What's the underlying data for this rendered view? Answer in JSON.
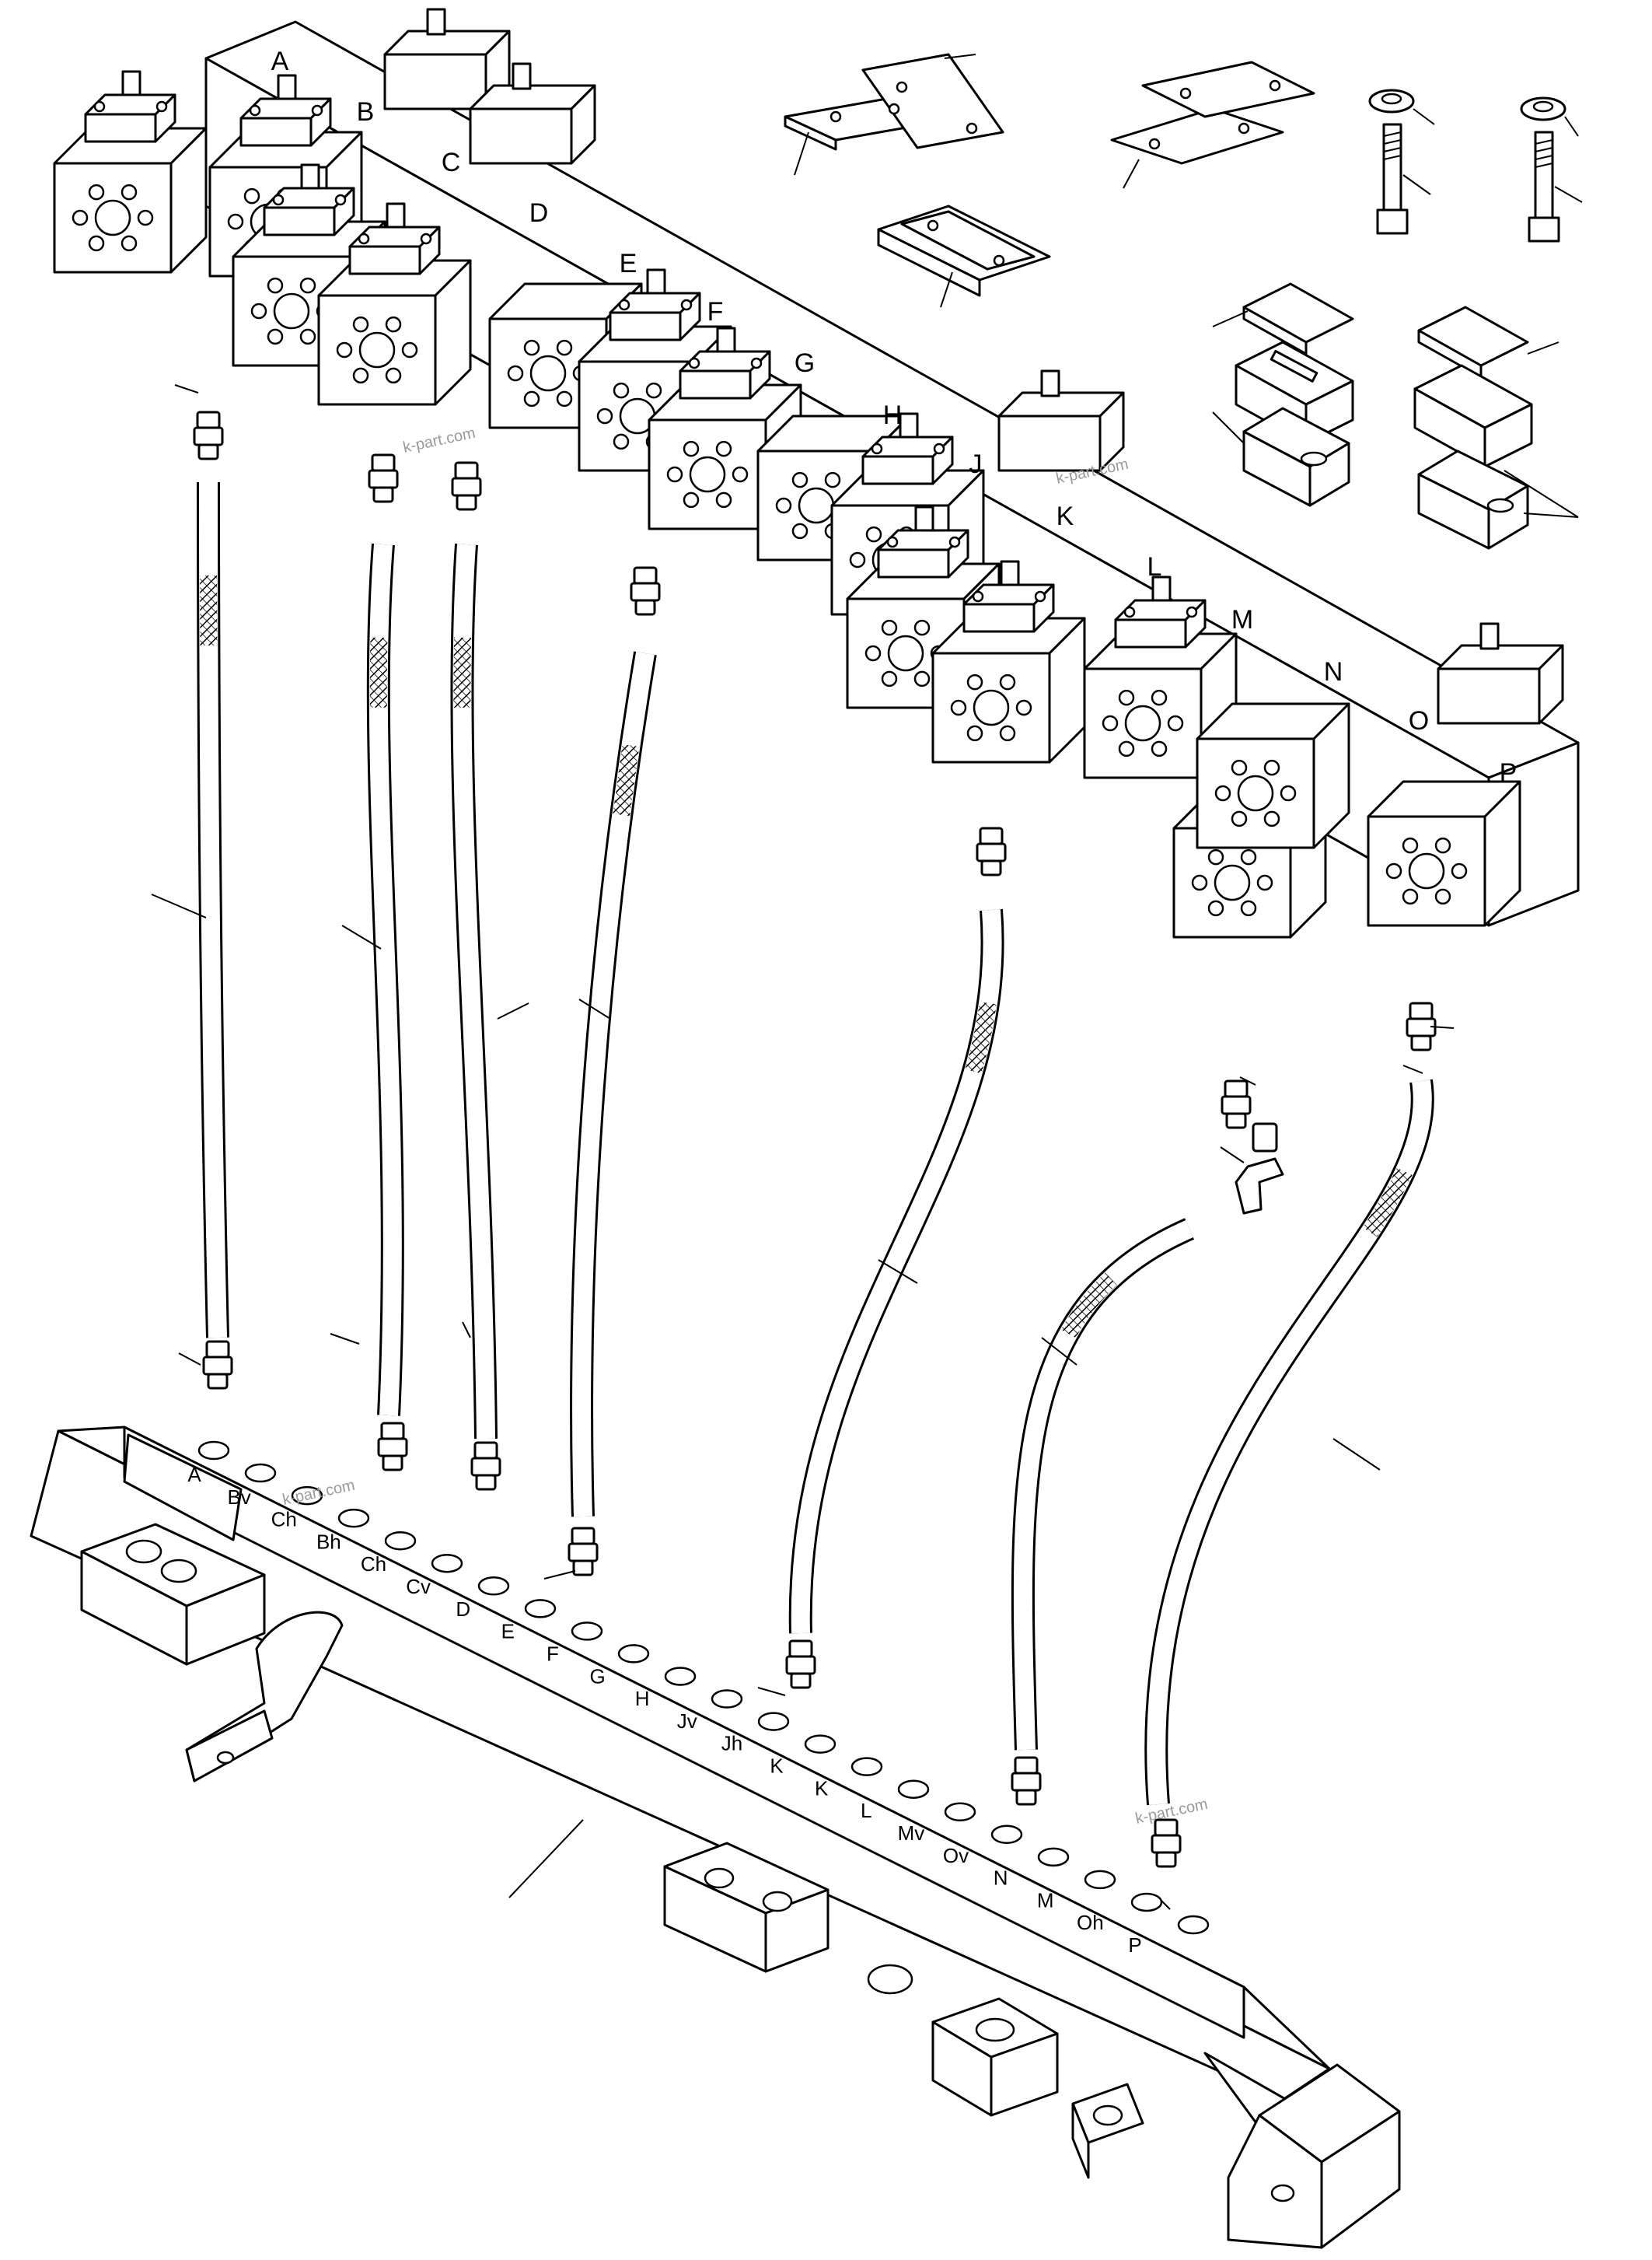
{
  "diagram": {
    "watermark": "k-part.com",
    "block_labels": [
      "A",
      "B",
      "C",
      "D",
      "E",
      "F",
      "G",
      "H",
      "J",
      "K",
      "L",
      "M",
      "N",
      "O",
      "P"
    ],
    "port_labels": [
      "A",
      "Bv",
      "Ch",
      "Bh",
      "Ch",
      "Cv",
      "D",
      "E",
      "F",
      "G",
      "H",
      "Jv",
      "Jh",
      "K",
      "K",
      "L",
      "Mv",
      "Ov",
      "N",
      "M",
      "Oh",
      "P"
    ]
  }
}
